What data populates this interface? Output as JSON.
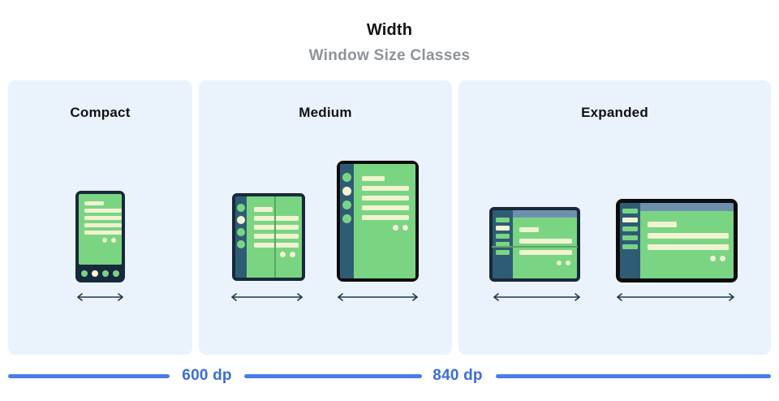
{
  "header": {
    "title": "Width",
    "subtitle": "Window Size Classes"
  },
  "panels": [
    {
      "label": "Compact"
    },
    {
      "label": "Medium"
    },
    {
      "label": "Expanded"
    }
  ],
  "ruler": {
    "label_600": "600 dp",
    "label_840": "840 dp"
  },
  "colors": {
    "panel_bg": "#eaf2fb",
    "frame_navy": "#17293c",
    "frame_black": "#0d0d0d",
    "rail_navy": "#2f5c75",
    "screen_green": "#7ad583",
    "content_cream": "#f1f3d1",
    "fold_green": "#58a562",
    "topbar_blue": "#6e90ad",
    "arrow_navy": "#1d3a52",
    "ruler_blue": "#4b7de9",
    "ruler_text_blue": "#3a6fd8",
    "subtitle_gray": "#8d9399",
    "title_black": "#111111"
  }
}
